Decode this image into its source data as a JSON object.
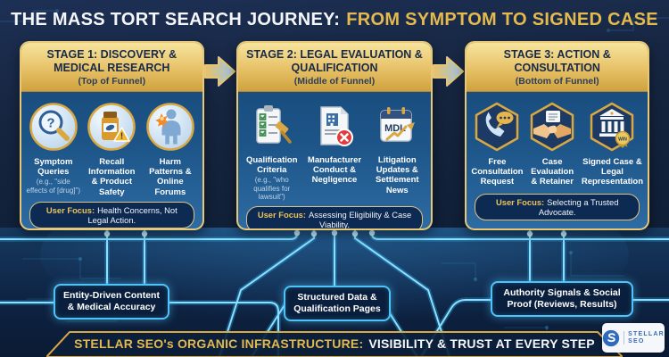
{
  "header": {
    "title_main": "THE MASS TORT SEARCH JOURNEY:",
    "title_accent": "FROM SYMPTOM TO SIGNED CASE"
  },
  "stages": [
    {
      "title": "STAGE 1: DISCOVERY & MEDICAL RESEARCH",
      "subtitle": "(Top of Funnel)",
      "items": [
        {
          "icon": "magnifier-question-icon",
          "label": "Symptom Queries",
          "note": "(e.g., \"side effects of [drug]\")"
        },
        {
          "icon": "pill-bottle-warning-icon",
          "label": "Recall Information & Product Safety"
        },
        {
          "icon": "person-pain-icon",
          "label": "Harm Patterns & Online Forums"
        }
      ],
      "user_focus_label": "User Focus:",
      "user_focus_text": "Health Concerns, Not Legal Action."
    },
    {
      "title": "STAGE 2: LEGAL EVALUATION & QUALIFICATION",
      "subtitle": "(Middle of Funnel)",
      "items": [
        {
          "icon": "checklist-gavel-icon",
          "label": "Qualification Criteria",
          "note": "(e.g., \"who qualifies for lawsuit\")"
        },
        {
          "icon": "manufacturer-negligence-icon",
          "label": "Manufacturer Conduct & Negligence"
        },
        {
          "icon": "mdl-news-icon",
          "label": "Litigation Updates & Settlement News"
        }
      ],
      "user_focus_label": "User Focus:",
      "user_focus_text": "Assessing Eligibility & Case Viability."
    },
    {
      "title": "STAGE 3: ACTION & CONSULTATION",
      "subtitle": "(Bottom of Funnel)",
      "items": [
        {
          "icon": "phone-consult-icon",
          "label": "Free Consultation Request"
        },
        {
          "icon": "handshake-retainer-icon",
          "label": "Case Evaluation & Retainer"
        },
        {
          "icon": "courthouse-win-icon",
          "label": "Signed Case & Legal Representation"
        }
      ],
      "user_focus_label": "User Focus:",
      "user_focus_text": "Selecting a Trusted Advocate."
    }
  ],
  "infrastructure_boxes": [
    {
      "label": "Entity-Driven Content & Medical Accuracy"
    },
    {
      "label": "Structured Data & Qualification Pages"
    },
    {
      "label": "Authority Signals & Social Proof (Reviews, Results)"
    }
  ],
  "banner": {
    "accent": "STELLAR SEO's ORGANIC INFRASTRUCTURE:",
    "main": "VISIBILITY & TRUST AT EVERY STEP"
  },
  "logo": {
    "name": "STELLAR SEO",
    "line1": "STELLAR",
    "line2": "SEO"
  },
  "colors": {
    "gold": "#e4b94e",
    "gold_light": "#f6e49c",
    "navy": "#16253f",
    "panel_blue": "#1d5588",
    "circuit_cyan": "#5fd2ff",
    "box_border": "#4fc3f7",
    "alert_red": "#e23b3b",
    "pain_orange": "#f28b2b"
  }
}
